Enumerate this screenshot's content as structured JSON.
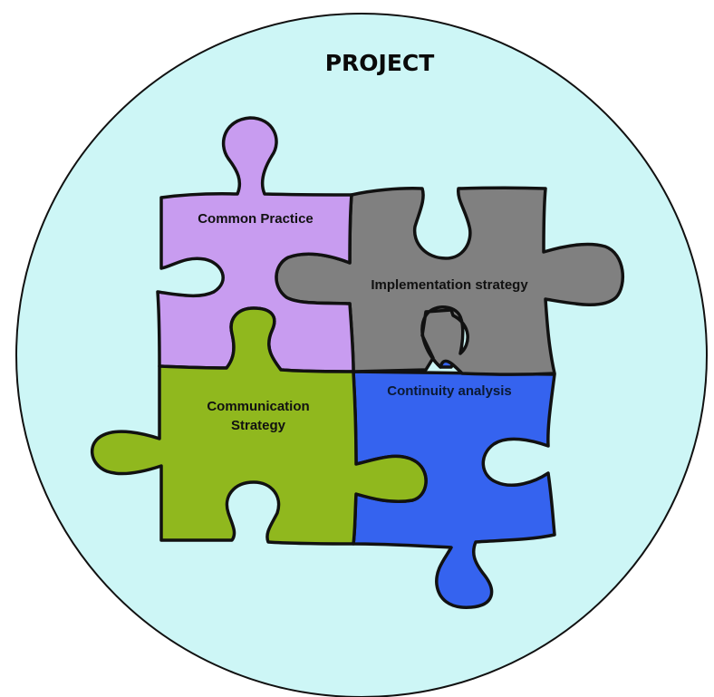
{
  "title": "PROJECT",
  "pieces": {
    "common_practice": {
      "label": "Common Practice",
      "color": "#c89cf0"
    },
    "implementation_strategy": {
      "label": "Implementation strategy",
      "color": "#808080"
    },
    "communication_strategy": {
      "label_line1": "Communication",
      "label_line2": "Strategy",
      "color": "#90b81e"
    },
    "continuity_analysis": {
      "label": "Continuity analysis",
      "color": "#3563ef"
    }
  },
  "colors": {
    "circle_fill": "#cdf6f6",
    "outline": "#111111"
  }
}
